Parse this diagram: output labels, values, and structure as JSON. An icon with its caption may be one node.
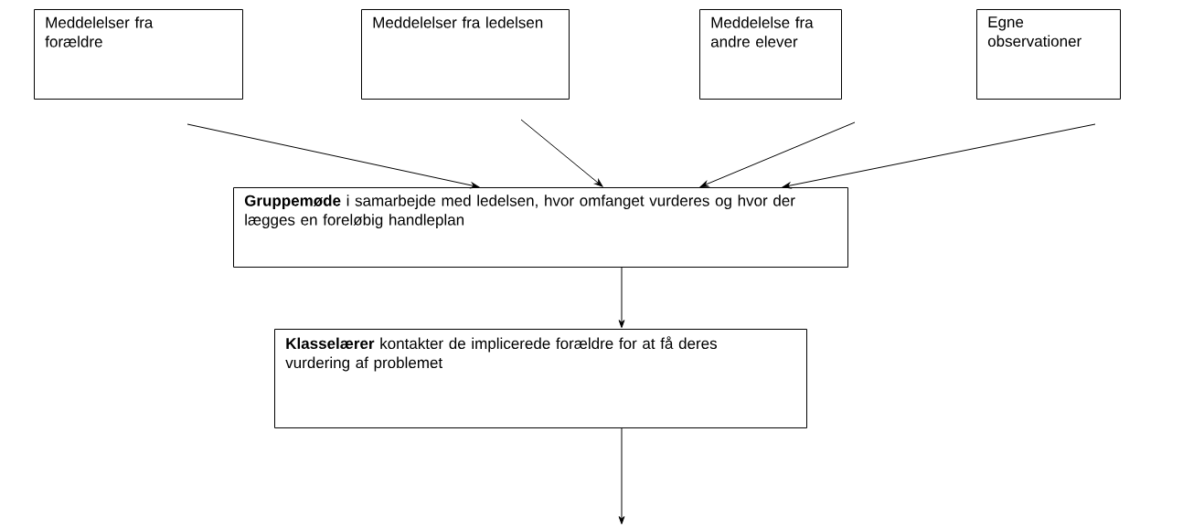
{
  "diagram": {
    "nodes": [
      {
        "text": [
          "Meddelelser fra forældre"
        ]
      },
      {
        "text": [
          "Meddelelser fra ledelsen"
        ]
      },
      {
        "text": [
          "Meddelelse fra andre elever"
        ]
      },
      {
        "text": [
          "Egne observationer"
        ]
      },
      {
        "text": [
          "**Gruppemøde** i samarbejde med ledelsen, hvor omfanget vurderes og hvor der lægges en foreløbig handleplan"
        ]
      },
      {
        "text": [
          "**Klasselærer** kontakter de implicerede forældre for at få deres vurdering af problemet"
        ]
      }
    ],
    "edges": [
      {
        "from": 0,
        "to": 4,
        "arrow": "to"
      },
      {
        "from": 1,
        "to": 4,
        "arrow": "to"
      },
      {
        "from": 2,
        "to": 4,
        "arrow": "to"
      },
      {
        "from": 3,
        "to": 4,
        "arrow": "to"
      },
      {
        "from": 4,
        "to": 5,
        "arrow": "to"
      },
      {
        "from": 5,
        "to": null,
        "arrow": "to"
      }
    ]
  }
}
